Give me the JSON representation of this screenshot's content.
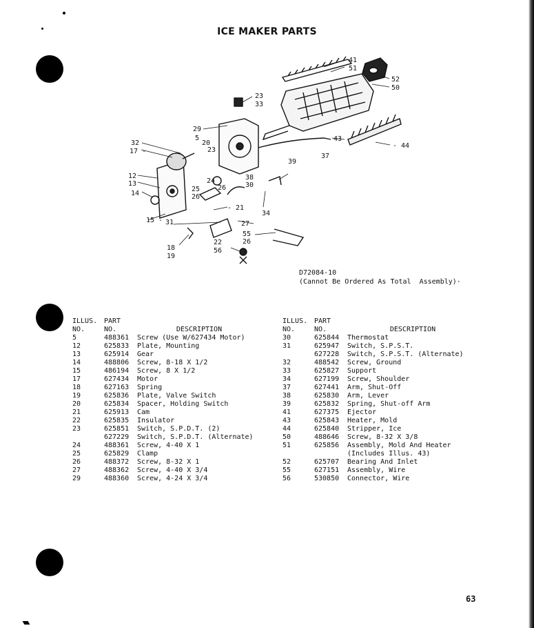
{
  "page": {
    "title": "ICE MAKER PARTS",
    "page_number": "63"
  },
  "diagram": {
    "code": "D72084-10",
    "note": "(Cannot Be Ordered As Total  Assembly)·",
    "callouts": [
      "41",
      "51",
      "52",
      "50",
      "23",
      "33",
      "29",
      "5",
      "32",
      "17",
      "20",
      "23",
      "24",
      "44",
      "43",
      "37",
      "39",
      "12",
      "13",
      "14",
      "25",
      "26",
      "38",
      "30",
      "15",
      "31",
      "21",
      "34",
      "27",
      "55",
      "22",
      "26",
      "18",
      "19",
      "56"
    ]
  },
  "table_headers": {
    "illus_top": "ILLUS.",
    "illus_bottom": "NO.",
    "part_top": "PART",
    "part_bottom": "NO.",
    "desc": "DESCRIPTION"
  },
  "table_left": [
    {
      "illus": "5",
      "part": "488361",
      "desc": "Screw (Use W/627434 Motor)"
    },
    {
      "illus": "12",
      "part": "625833",
      "desc": "Plate, Mounting"
    },
    {
      "illus": "13",
      "part": "625914",
      "desc": "Gear"
    },
    {
      "illus": "14",
      "part": "488806",
      "desc": "Screw, 8-18 X 1/2"
    },
    {
      "illus": "15",
      "part": "486194",
      "desc": "Screw, 8 X 1/2"
    },
    {
      "illus": "17",
      "part": "627434",
      "desc": "Motor"
    },
    {
      "illus": "18",
      "part": "627163",
      "desc": "Spring"
    },
    {
      "illus": "19",
      "part": "625836",
      "desc": "Plate, Valve Switch"
    },
    {
      "illus": "20",
      "part": "625834",
      "desc": "Spacer, Holding Switch"
    },
    {
      "illus": "21",
      "part": "625913",
      "desc": "Cam"
    },
    {
      "illus": "22",
      "part": "625835",
      "desc": "Insulator"
    },
    {
      "illus": "23",
      "part": "625851",
      "desc": "Switch, S.P.D.T. (2)"
    },
    {
      "illus": "",
      "part": "627229",
      "desc": "Switch, S.P.D.T. (Alternate)"
    },
    {
      "illus": "24",
      "part": "488361",
      "desc": "Screw, 4-40 X 1"
    },
    {
      "illus": "25",
      "part": "625829",
      "desc": "Clamp"
    },
    {
      "illus": "26",
      "part": "488372",
      "desc": "Screw, 8-32 X 1"
    },
    {
      "illus": "27",
      "part": "488362",
      "desc": "Screw, 4-40 X 3/4"
    },
    {
      "illus": "29",
      "part": "488360",
      "desc": "Screw, 4-24 X 3/4"
    }
  ],
  "table_right": [
    {
      "illus": "30",
      "part": "625844",
      "desc": "Thermostat"
    },
    {
      "illus": "31",
      "part": "625947",
      "desc": "Switch, S.P.S.T."
    },
    {
      "illus": "",
      "part": "627228",
      "desc": "Switch, S.P.S.T. (Alternate)"
    },
    {
      "illus": "32",
      "part": "488542",
      "desc": "Screw, Ground"
    },
    {
      "illus": "33",
      "part": "625827",
      "desc": "Support"
    },
    {
      "illus": "34",
      "part": "627199",
      "desc": "Screw, Shoulder"
    },
    {
      "illus": "37",
      "part": "627441",
      "desc": "Arm, Shut-Off"
    },
    {
      "illus": "38",
      "part": "625830",
      "desc": "Arm, Lever"
    },
    {
      "illus": "39",
      "part": "625832",
      "desc": "Spring, Shut-off Arm"
    },
    {
      "illus": "41",
      "part": "627375",
      "desc": "Ejector"
    },
    {
      "illus": "43",
      "part": "625843",
      "desc": "Heater, Mold"
    },
    {
      "illus": "44",
      "part": "625840",
      "desc": "Stripper, Ice"
    },
    {
      "illus": "50",
      "part": "488646",
      "desc": "Screw, 8-32 X 3/8"
    },
    {
      "illus": "51",
      "part": "625856",
      "desc": "Assembly, Mold And Heater"
    },
    {
      "illus": "",
      "part": "",
      "desc": "(Includes Illus. 43)"
    },
    {
      "illus": "52",
      "part": "625707",
      "desc": "Bearing And Inlet"
    },
    {
      "illus": "55",
      "part": "627151",
      "desc": "Assembly, Wire"
    },
    {
      "illus": "56",
      "part": "530850",
      "desc": "Connector, Wire"
    }
  ]
}
